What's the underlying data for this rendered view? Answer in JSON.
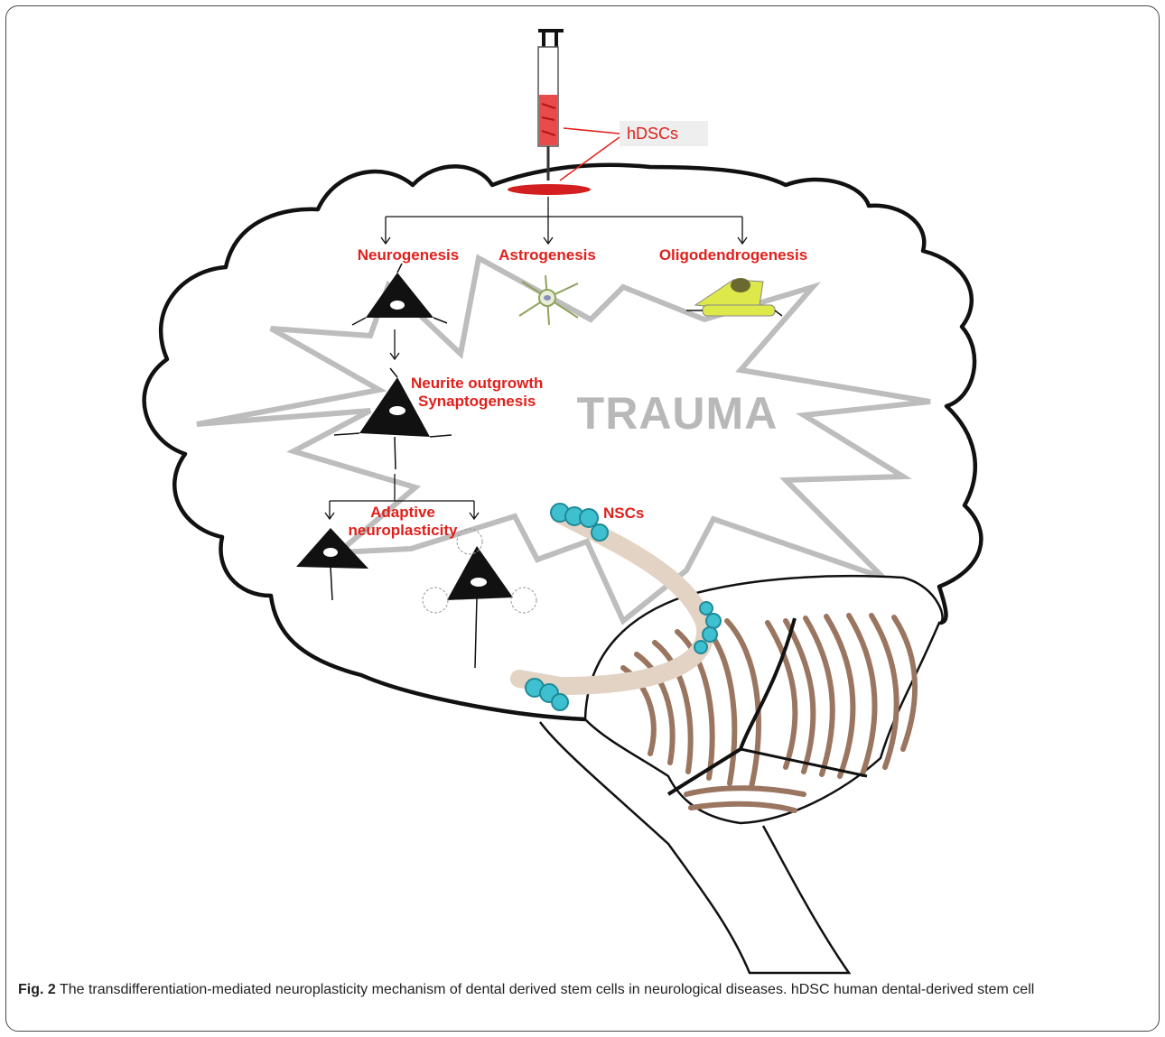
{
  "figure": {
    "injection_label": "hDSCs",
    "pathways": [
      {
        "label": "Neurogenesis"
      },
      {
        "label": "Astrogenesis"
      },
      {
        "label": "Oligodendrogenesis"
      }
    ],
    "stage2": [
      "Neurite outgrowth",
      "Synaptogenesis"
    ],
    "stage3": [
      "Adaptive",
      "neuroplasticity"
    ],
    "trauma_label": "TRAUMA",
    "nsc_label": "NSCs",
    "colors": {
      "brain_outline": "#111111",
      "label_red": "#e0201c",
      "trauma_gray": "#b8b8b8",
      "cerebellum_brown": "#9a7560",
      "nsc_cyan": "#3fc0d0",
      "pathway_beige": "#e3d3c5",
      "oligo_yellow": "#dde84a"
    }
  },
  "caption": {
    "prefix": "Fig. 2",
    "text": "The transdifferentiation-mediated neuroplasticity mechanism of dental derived stem cells in neurological diseases. hDSC human dental-derived stem cell"
  }
}
